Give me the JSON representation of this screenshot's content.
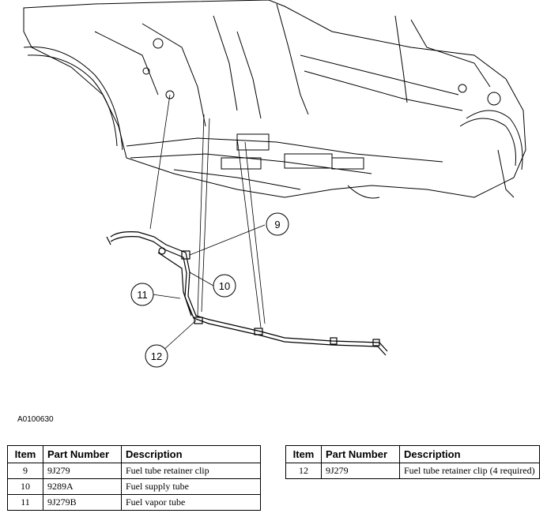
{
  "figure_id": "A0100630",
  "callouts": [
    {
      "label": "9"
    },
    {
      "label": "10"
    },
    {
      "label": "11"
    },
    {
      "label": "12"
    }
  ],
  "table_headers": {
    "item": "Item",
    "part_number": "Part Number",
    "description": "Description"
  },
  "tables": {
    "left": [
      {
        "item": "9",
        "part_number": "9J279",
        "description": "Fuel tube retainer clip"
      },
      {
        "item": "10",
        "part_number": "9289A",
        "description": "Fuel supply tube"
      },
      {
        "item": "11",
        "part_number": "9J279B",
        "description": "Fuel vapor tube"
      }
    ],
    "right": [
      {
        "item": "12",
        "part_number": "9J279",
        "description": "Fuel tube retainer clip (4 required)"
      }
    ]
  }
}
